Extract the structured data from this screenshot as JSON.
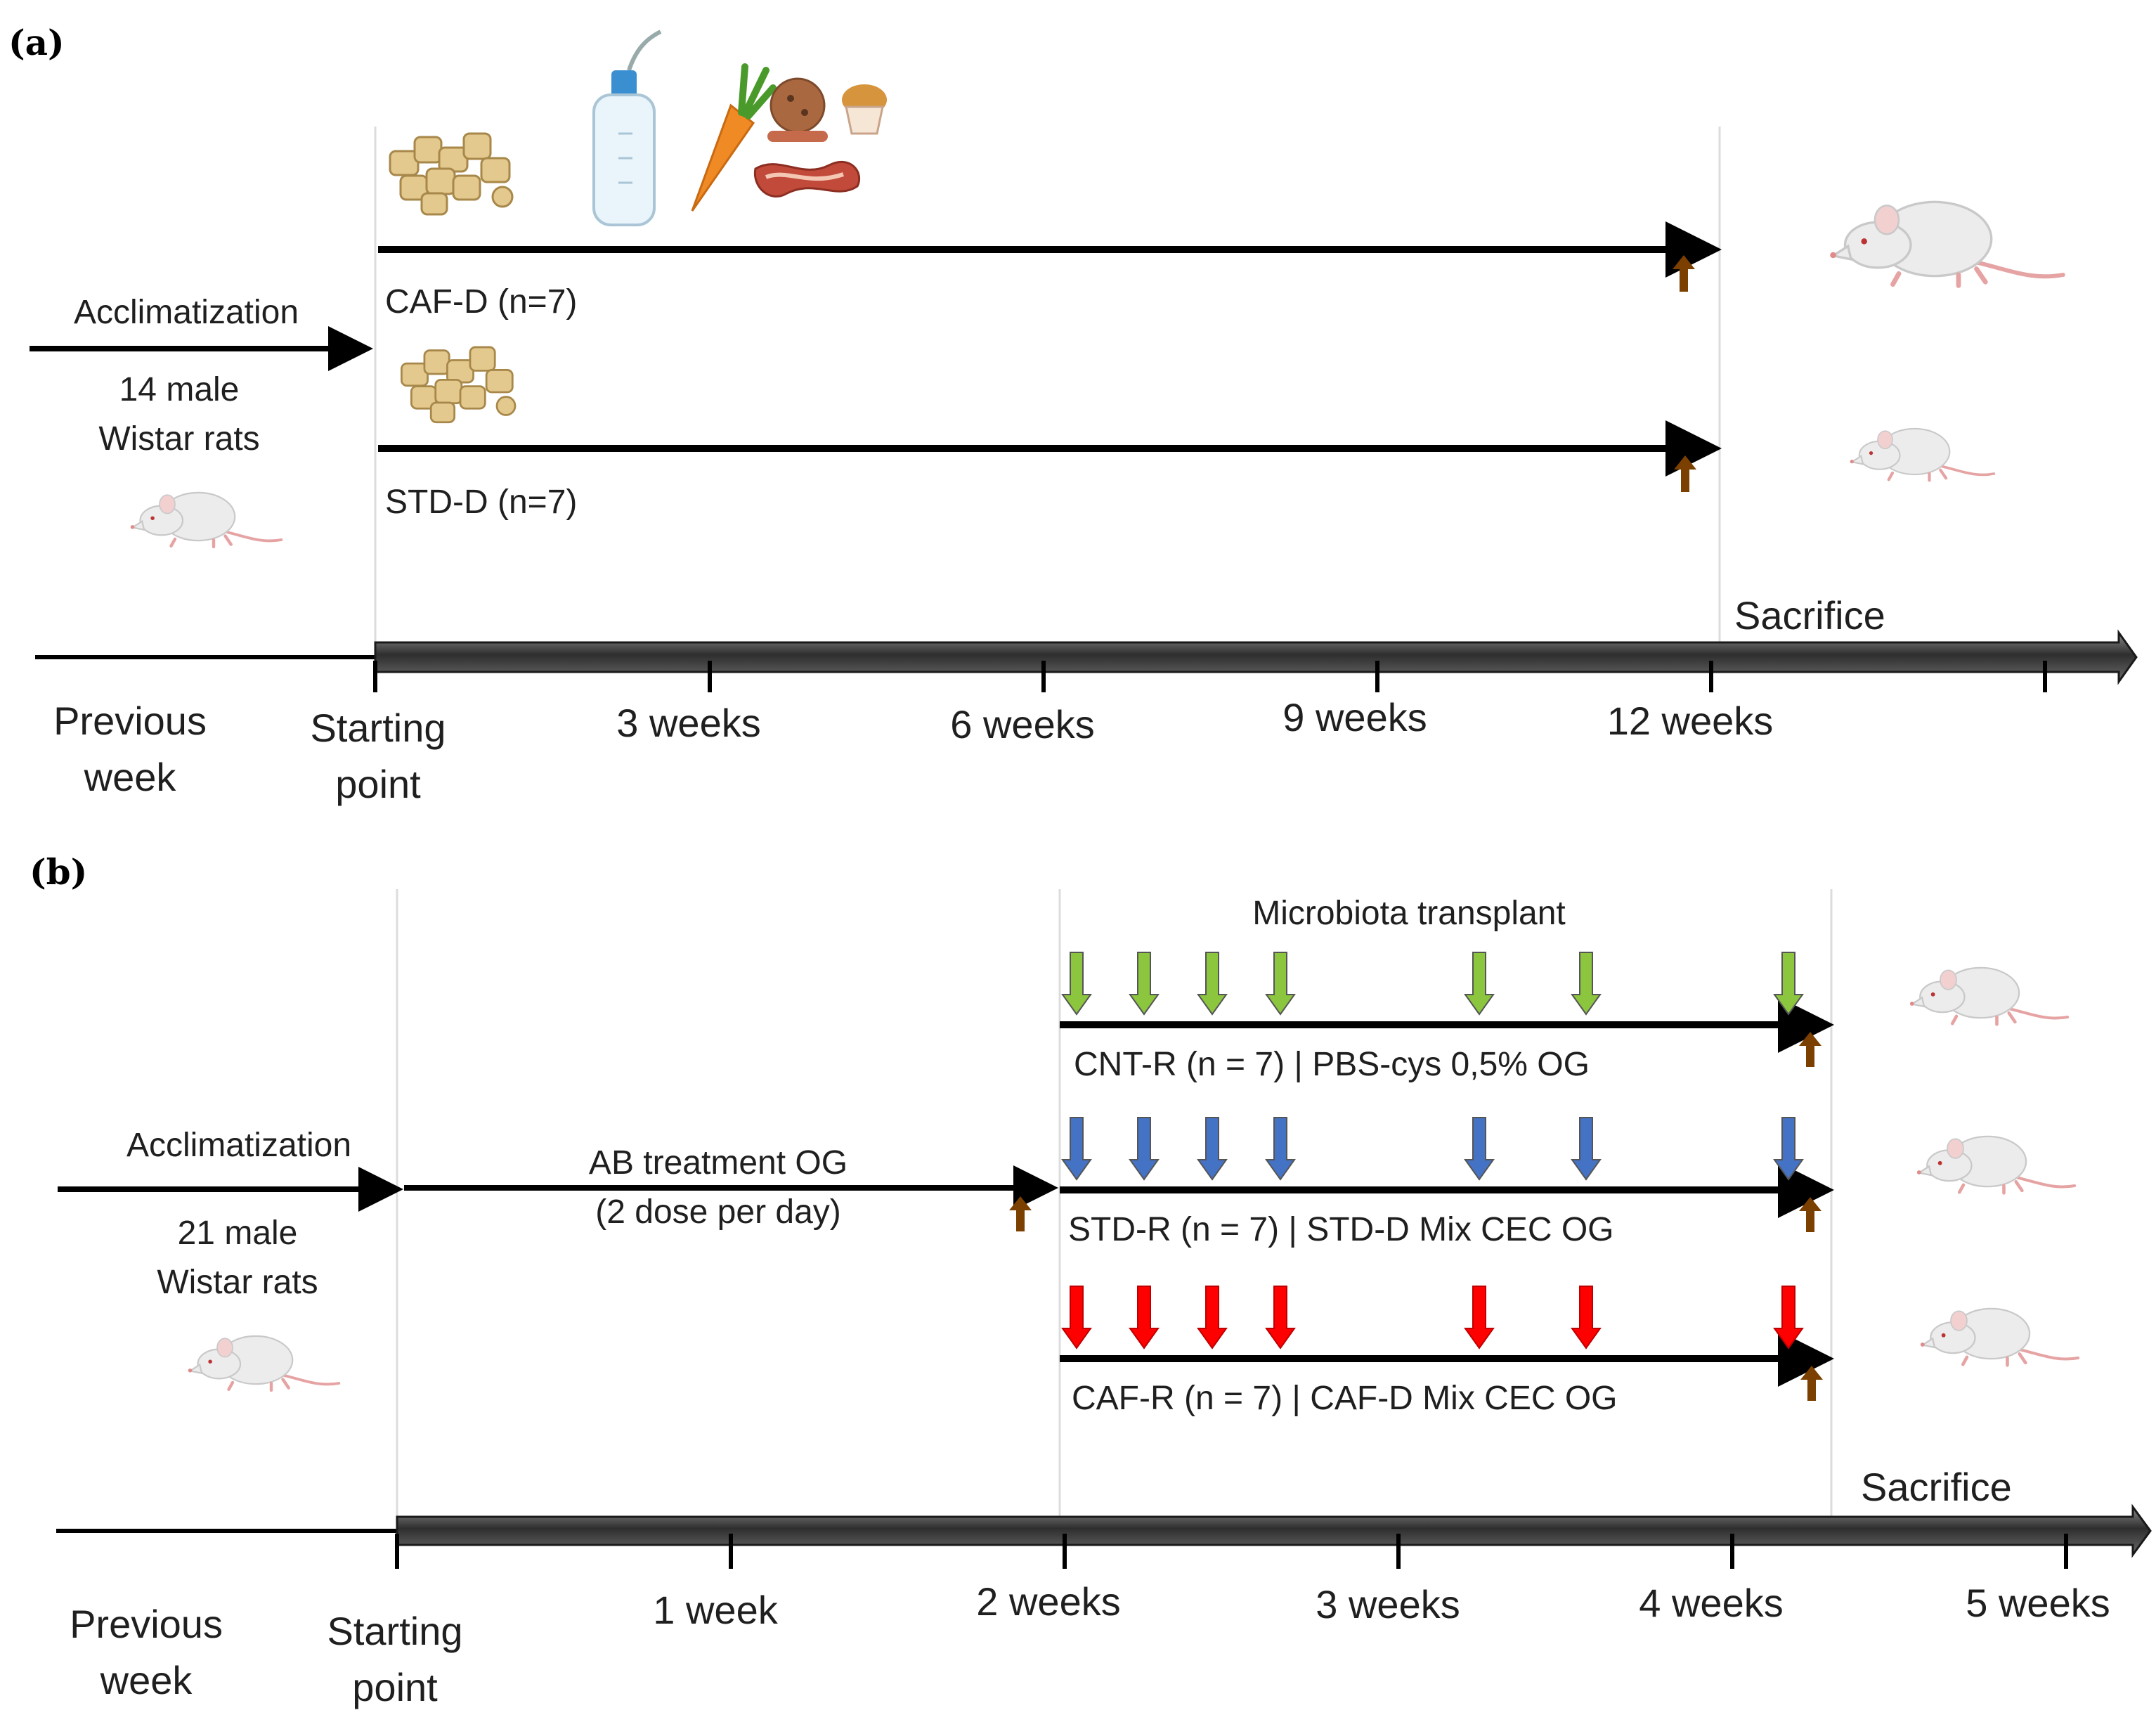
{
  "panel_a": {
    "label": "(a)",
    "acclimatization": "Acclimatization",
    "animals_line1": "14 male",
    "animals_line2": "Wistar rats",
    "group1": "CAF-D (n=7)",
    "group2": "STD-D (n=7)",
    "sacrifice": "Sacrifice",
    "timeline": [
      {
        "label1": "Previous",
        "label2": "week"
      },
      {
        "label1": "Starting",
        "label2": "point"
      },
      {
        "label1": "3 weeks",
        "label2": ""
      },
      {
        "label1": "6 weeks",
        "label2": ""
      },
      {
        "label1": "9 weeks",
        "label2": ""
      },
      {
        "label1": "12 weeks",
        "label2": ""
      }
    ]
  },
  "panel_b": {
    "label": "(b)",
    "acclimatization": "Acclimatization",
    "animals_line1": "21 male",
    "animals_line2": "Wistar rats",
    "ab_line1": "AB treatment OG",
    "ab_line2": "(2 dose per day)",
    "transplant": "Microbiota transplant",
    "group1": "CNT-R (n = 7) | PBS-cys 0,5% OG",
    "group2": "STD-R (n = 7) | STD-D Mix CEC OG",
    "group3": "CAF-R (n = 7) | CAF-D Mix CEC OG",
    "sacrifice": "Sacrifice",
    "timeline": [
      {
        "label1": "Previous",
        "label2": "week"
      },
      {
        "label1": "Starting",
        "label2": "point"
      },
      {
        "label1": "1 week",
        "label2": ""
      },
      {
        "label1": "2 weeks",
        "label2": ""
      },
      {
        "label1": "3 weeks",
        "label2": ""
      },
      {
        "label1": "4 weeks",
        "label2": ""
      },
      {
        "label1": "5 weeks",
        "label2": ""
      }
    ]
  },
  "colors": {
    "arrow_green": "#8cc63f",
    "arrow_blue": "#4472c4",
    "arrow_red": "#ff0000",
    "arrow_brown": "#7b3f00",
    "timeline_gray": "#4d4d4d"
  },
  "icons": [
    "pellet-food-icon",
    "water-bottle-icon",
    "carrot-icon",
    "cookie-icon",
    "muffin-icon",
    "bacon-icon",
    "rat-icon"
  ]
}
